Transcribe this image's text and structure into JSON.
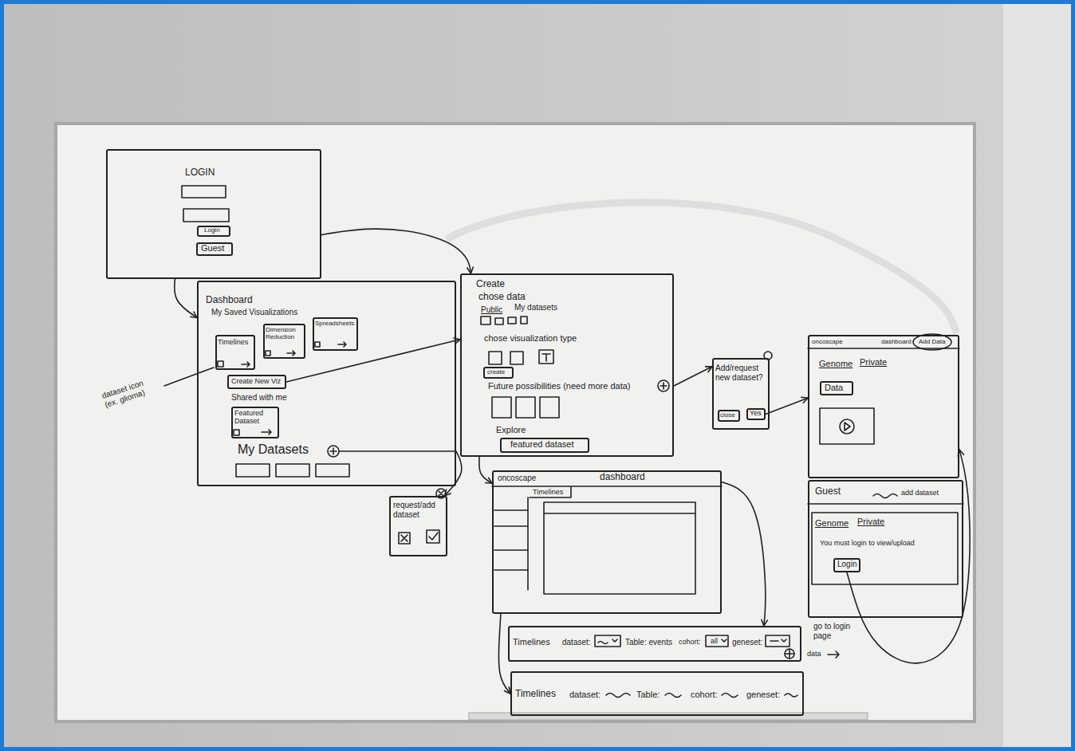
{
  "diagram": {
    "nodes": [
      {
        "text": [
          "LOGIN"
        ]
      },
      {
        "text": [
          "Login"
        ],
        "in": 0
      },
      {
        "text": [
          "Guest"
        ],
        "in": 0
      },
      {
        "text": [
          "Dashboard",
          "My Saved Visualizations",
          "Shared with me",
          "My Datasets"
        ]
      },
      {
        "text": [
          "Timelines"
        ],
        "in": 3
      },
      {
        "text": [
          "Dimension Reduction"
        ],
        "in": 3
      },
      {
        "text": [
          "Spreadsheets"
        ],
        "in": 3
      },
      {
        "text": [
          "Create New Viz"
        ],
        "in": 3
      },
      {
        "text": [
          "Featured Dataset"
        ],
        "in": 3
      },
      {
        "text": [
          "request/add dataset"
        ]
      },
      {
        "text": [
          "Create",
          "chose data",
          "Public",
          "My datasets",
          "chose visualization type",
          "Future possibilities (need more data)",
          "Explore"
        ]
      },
      {
        "text": [
          "create"
        ],
        "in": 10
      },
      {
        "text": [
          "featured dataset"
        ],
        "in": 10
      },
      {
        "text": [
          "Add/request new dataset?"
        ]
      },
      {
        "text": [
          "close"
        ],
        "in": 13
      },
      {
        "text": [
          "Yes"
        ],
        "in": 13
      },
      {
        "text": [
          "oncoscape",
          "dashboard",
          "Timelines"
        ]
      },
      {
        "text": [
          "Timelines",
          "dataset:",
          "Table: events",
          "cohort:",
          "all",
          "geneset:"
        ]
      },
      {
        "text": [
          "Timelines",
          "dataset:",
          "Table:",
          "cohort:",
          "geneset:"
        ]
      },
      {
        "text": [
          "oncoscape",
          "dashboard",
          "Add Data",
          "Genome",
          "Private"
        ]
      },
      {
        "text": [
          "Data"
        ],
        "in": 19
      },
      {
        "text": [
          "Guest",
          "add dataset",
          "Genome",
          "Private",
          "You must login to view/upload"
        ]
      },
      {
        "text": [
          "Login"
        ],
        "in": 21
      }
    ],
    "edges": [
      {
        "from": 0,
        "to": 3,
        "arrow": "to"
      },
      {
        "from": 0,
        "to": 10,
        "arrow": "to"
      },
      {
        "from": 7,
        "to": 10,
        "arrow": "to"
      },
      {
        "from": 3,
        "to": 9,
        "arrow": "to"
      },
      {
        "from": 10,
        "to": 13,
        "arrow": "to"
      },
      {
        "from": 15,
        "to": 19,
        "arrow": "to"
      },
      {
        "from": 10,
        "to": 16,
        "arrow": "to"
      },
      {
        "from": 16,
        "to": 17,
        "arrow": "to"
      },
      {
        "from": 16,
        "to": 18,
        "arrow": "to"
      },
      {
        "from": 22,
        "to": 19,
        "label": "go to login page",
        "arrow": "to"
      }
    ],
    "labels": [
      "dataset icon (ex. glioma)",
      "data"
    ]
  }
}
